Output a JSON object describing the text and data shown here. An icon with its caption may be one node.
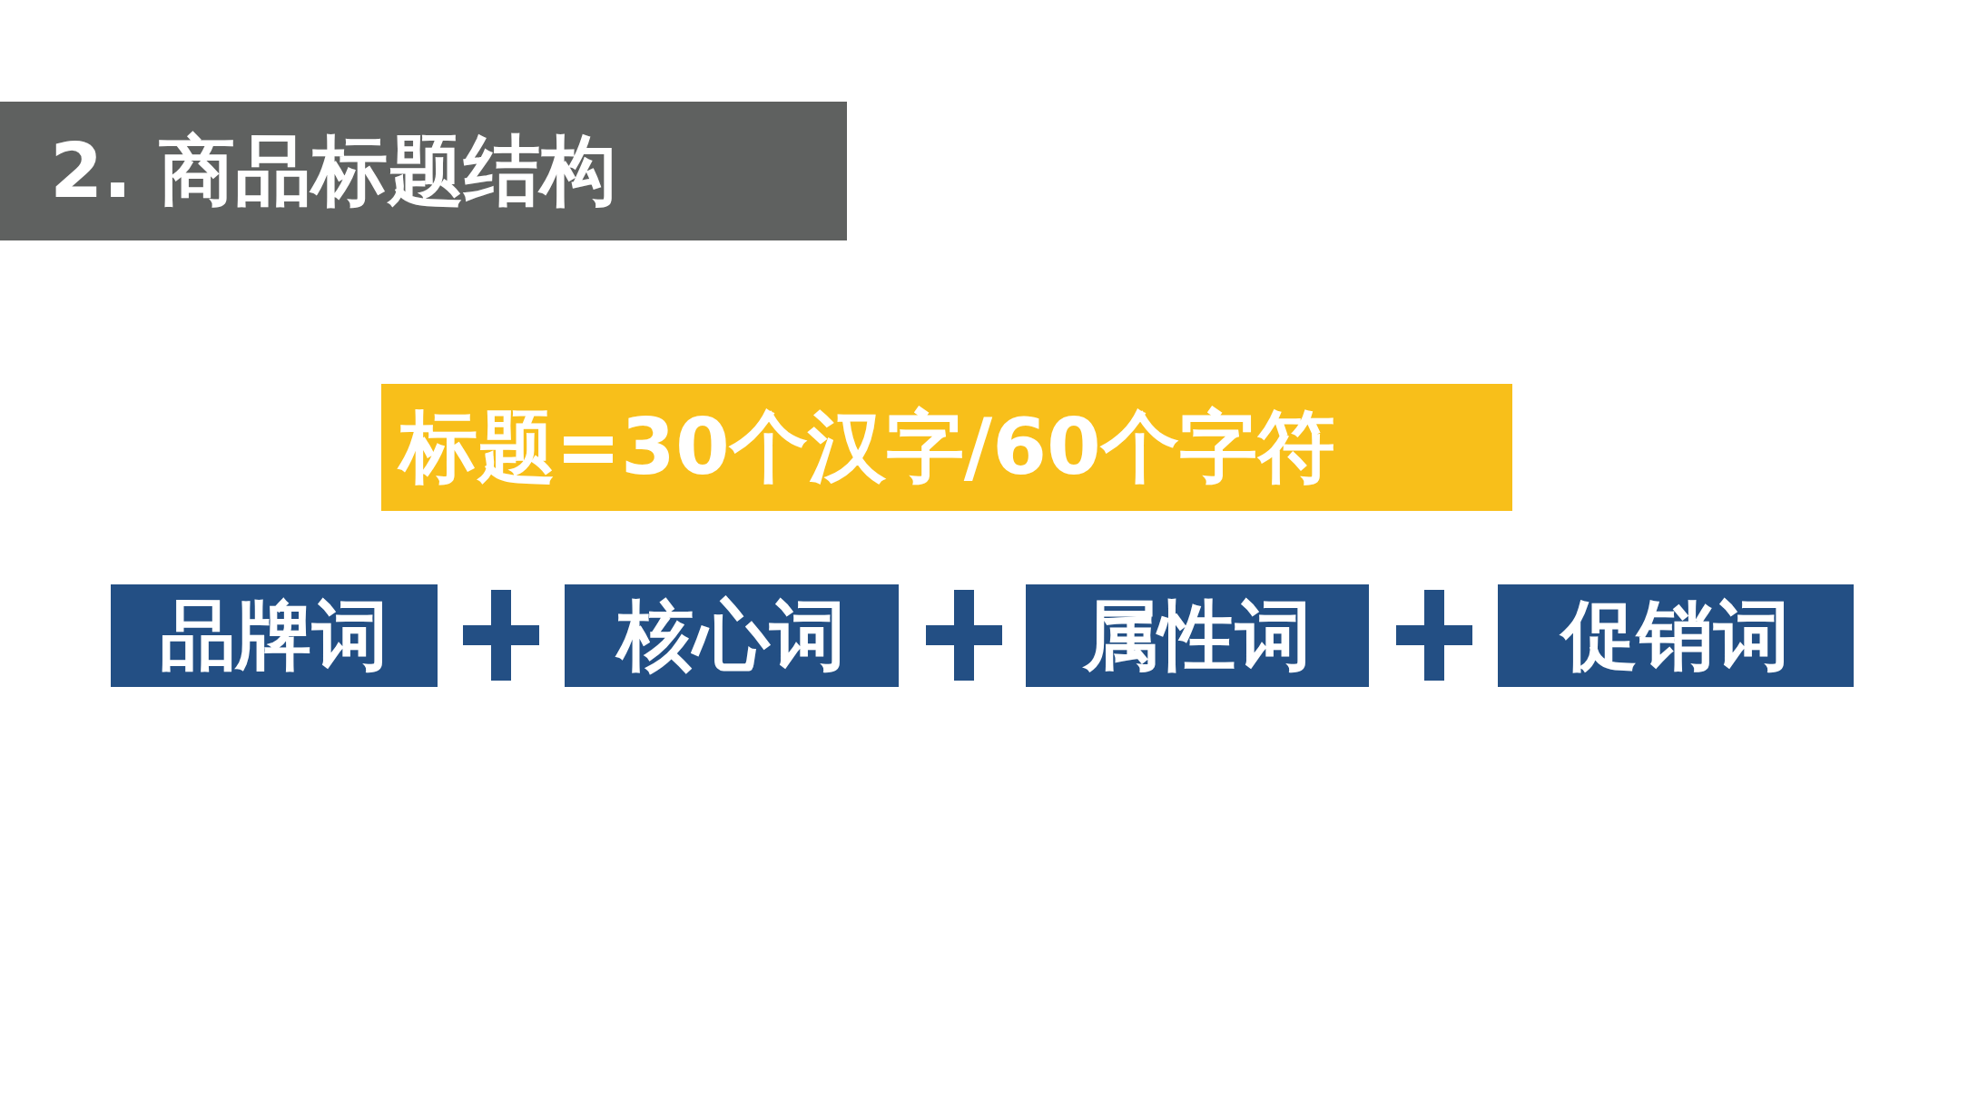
{
  "diagram": {
    "title": "2. 商品标题结构",
    "nodes": [
      {
        "text": [
          "标题=30个汉字/60个字符"
        ]
      },
      {
        "text": [
          "品牌词"
        ]
      },
      {
        "text": [
          "核心词"
        ]
      },
      {
        "text": [
          "属性词"
        ]
      },
      {
        "text": [
          "促销词"
        ]
      }
    ]
  }
}
